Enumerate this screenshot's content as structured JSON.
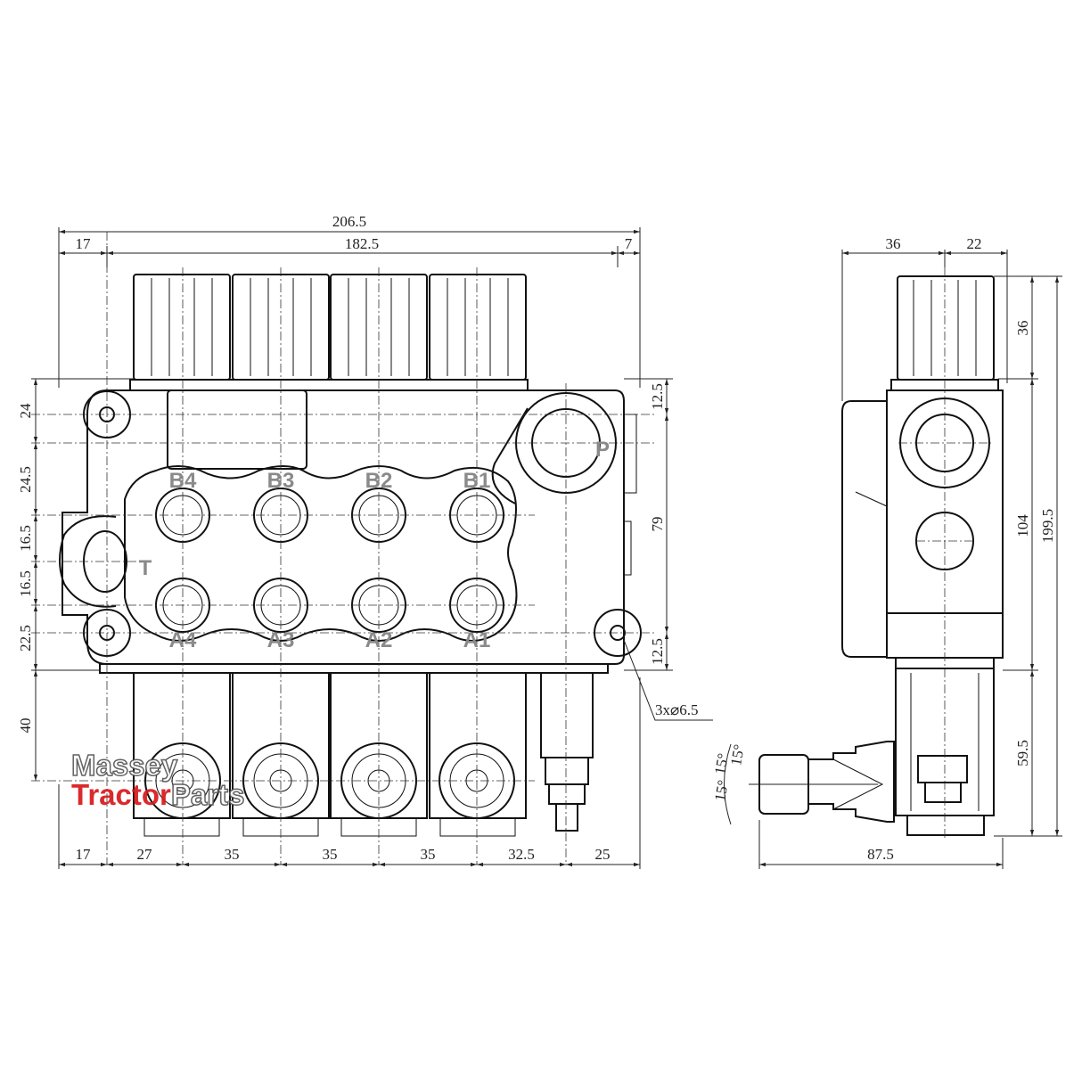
{
  "dimensions_front_top": {
    "overall": "206.5",
    "left": "17",
    "middle": "182.5",
    "right": "7"
  },
  "dimensions_front_left": [
    "24",
    "24.5",
    "16.5",
    "16.5",
    "22.5",
    "40"
  ],
  "dimensions_front_right": {
    "top_offset": "12.5",
    "height": "79",
    "bottom_offset": "12.5"
  },
  "dimensions_front_bottom": [
    "17",
    "27",
    "35",
    "35",
    "35",
    "32.5",
    "25"
  ],
  "mount_holes_note": "3x⌀6.5",
  "ports": {
    "b_ports": [
      "B4",
      "B3",
      "B2",
      "B1"
    ],
    "a_ports": [
      "A4",
      "A3",
      "A2",
      "A1"
    ],
    "pressure": "P",
    "tank": "T"
  },
  "dimensions_side": {
    "top_left": "36",
    "top_right": "22",
    "right_top": "36",
    "right_body": "104",
    "right_overall": "199.5",
    "right_bottom": "59.5",
    "bottom": "87.5",
    "angle_upper_a": "15°",
    "angle_upper_b": "15°",
    "angle_lower": "15°"
  },
  "watermark": {
    "line1": "Massey",
    "line2_red": "Tractor",
    "line2_rest": "Parts",
    "red_color": "#d7191c"
  }
}
